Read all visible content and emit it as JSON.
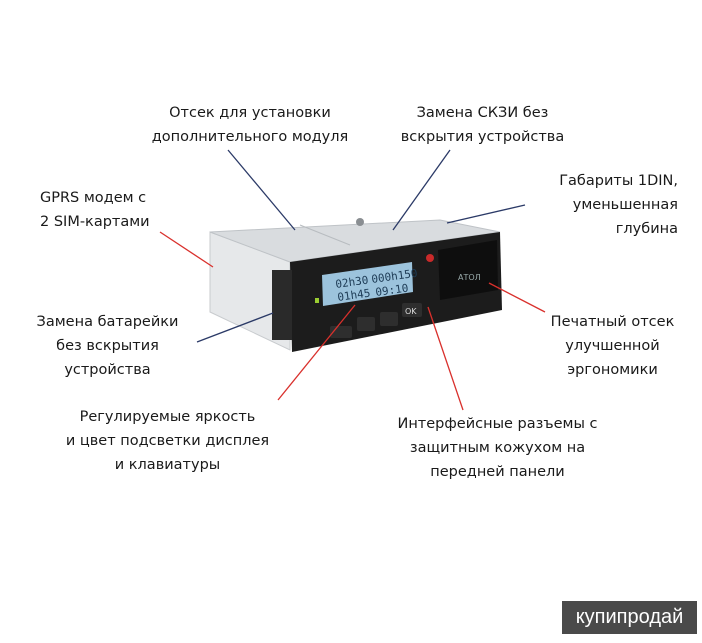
{
  "callouts": [
    {
      "id": "module-bay",
      "text": "Отсек для установки\nдополнительного модуля",
      "arrow_color": "#2b3a67"
    },
    {
      "id": "skzi",
      "text": "Замена СКЗИ без\nвскрытия устройства",
      "arrow_color": "#2b3a67"
    },
    {
      "id": "size",
      "text": "Габариты  1DIN,\nуменьшенная\nглубина",
      "arrow_color": "#2b3a67"
    },
    {
      "id": "gprs",
      "text": "GPRS модем с\n2 SIM-картами",
      "arrow_color": "#d9302c"
    },
    {
      "id": "battery",
      "text": "Замена батарейки\nбез вскрытия\nустройства",
      "arrow_color": "#2b3a67"
    },
    {
      "id": "backlight",
      "text": "Регулируемые яркость\nи цвет подсветки дисплея\nи клавиатуры",
      "arrow_color": "#d9302c"
    },
    {
      "id": "ports",
      "text": "Интерфейсные разъемы с\nзащитным кожухом на\nпередней панели",
      "arrow_color": "#d9302c"
    },
    {
      "id": "printer",
      "text": "Печатный отсек\nулучшенной\nэргономики",
      "arrow_color": "#d9302c"
    }
  ],
  "device": {
    "display_line1_left": "02h30",
    "display_line1_right": "000h150",
    "display_line2_left": "01h45",
    "display_line2_right": "09:10",
    "ok_key": "OK",
    "brand": "АТОЛ"
  },
  "watermark": "купипродай"
}
